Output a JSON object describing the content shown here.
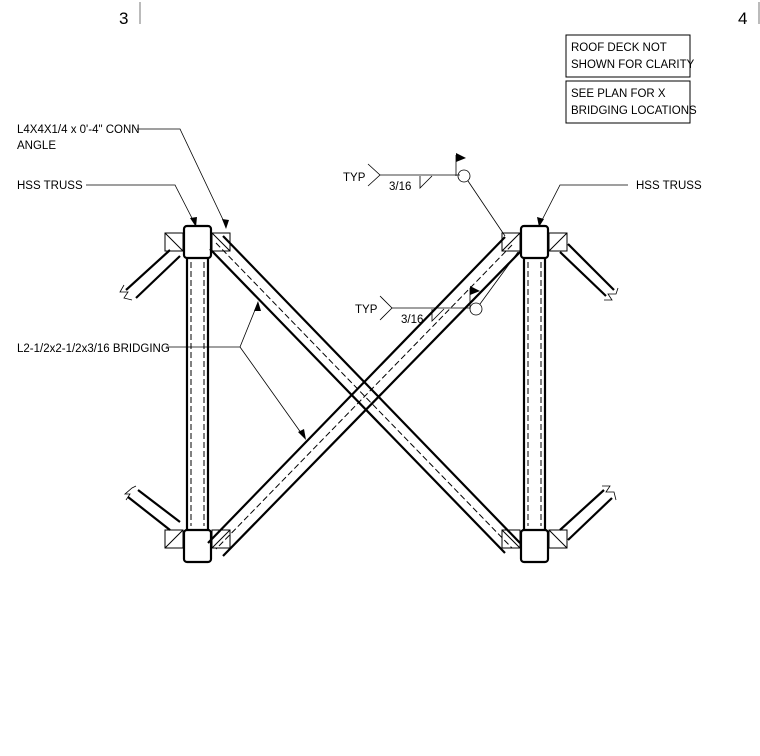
{
  "grid": {
    "left": "3",
    "right": "4"
  },
  "notes": {
    "roof_deck": [
      "ROOF DECK NOT",
      "SHOWN FOR CLARITY"
    ],
    "see_plan": [
      "SEE PLAN FOR X",
      "BRIDGING LOCATIONS"
    ]
  },
  "labels": {
    "conn_angle": [
      "L4X4X1/4 x 0'-4\" CONN",
      "ANGLE"
    ],
    "hss_truss_left": "HSS TRUSS",
    "hss_truss_right": "HSS TRUSS",
    "bridging": "L2-1/2x2-1/2x3/16 BRIDGING"
  },
  "welds": [
    {
      "note": "TYP",
      "size": "3/16"
    },
    {
      "note": "TYP",
      "size": "3/16"
    }
  ]
}
